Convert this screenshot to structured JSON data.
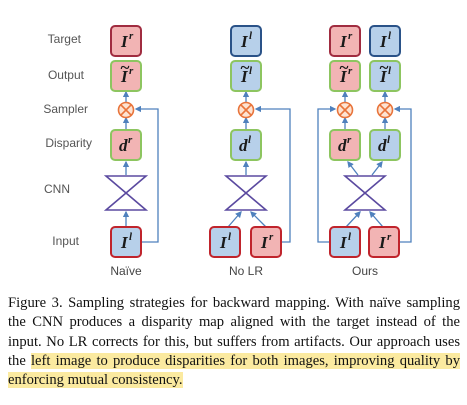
{
  "row_labels": {
    "target": "Target",
    "output": "Output",
    "sampler": "Sampler",
    "disparity": "Disparity",
    "cnn": "CNN",
    "input": "Input"
  },
  "column_labels": {
    "naive": "Naïve",
    "nolr": "No LR",
    "ours": "Ours"
  },
  "symbols": {
    "I": "I",
    "d": "d",
    "r": "r",
    "l": "l",
    "tilde": "~"
  },
  "colors": {
    "target_red_fill": "#f2b4b4",
    "target_red_border": "#a02c40",
    "left_blue_fill": "#b7d0ea",
    "left_blue_border": "#2a5288",
    "output_green_border": "#8dc560",
    "input_red_border": "#c0242c",
    "arrow": "#4f81bd",
    "sampler_stroke": "#e8743b",
    "cnn_stroke": "#5b4aa0"
  },
  "caption": {
    "part1": "Figure 3. Sampling strategies for backward mapping. With naïve sampling the CNN produces a disparity map aligned with the target instead of the input. No LR corrects for this, but suffers from artifacts. Our approach uses the ",
    "highlight": "left image to produce disparities for both images, improving quality by enforcing mutual consistency."
  }
}
